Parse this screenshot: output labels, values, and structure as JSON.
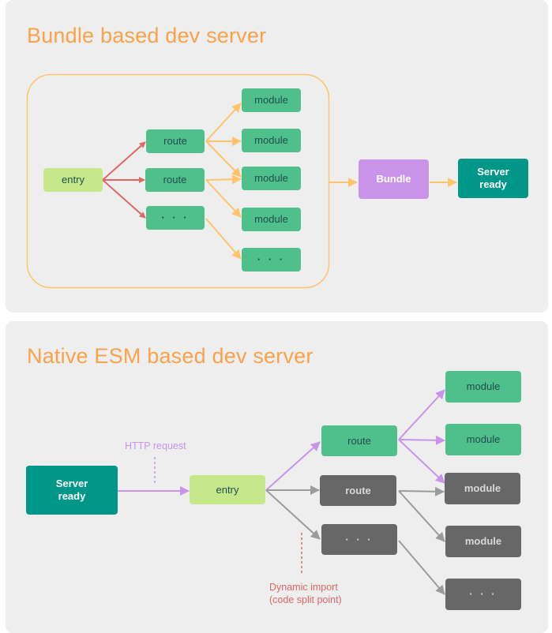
{
  "bundle_section": {
    "title": "Bundle based dev server",
    "entry": "entry",
    "routes": [
      "route",
      "route",
      "· · ·"
    ],
    "modules": [
      "module",
      "module",
      "module",
      "module",
      "· · ·"
    ],
    "bundle": "Bundle",
    "server_ready": "Server ready"
  },
  "native_section": {
    "title": "Native ESM based dev server",
    "server_ready": "Server ready",
    "http_request_label": "HTTP request",
    "entry": "entry",
    "routes": [
      "route",
      "route",
      "· · ·"
    ],
    "modules": [
      "module",
      "module",
      "module",
      "module",
      "· · ·"
    ],
    "dynamic_import_label_line1": "Dynamic import",
    "dynamic_import_label_line2": "(code split point)"
  },
  "colors": {
    "title": "#f8a24a",
    "entry": "#c6e88b",
    "route_module": "#4fbf8c",
    "inactive": "#676767",
    "bundle": "#c893e8",
    "server_ready": "#009688",
    "red_arrow": "#e06666",
    "orange_arrow": "#ffc36b",
    "purple_arrow": "#c893e8",
    "gray_arrow": "#9b9b9b"
  }
}
